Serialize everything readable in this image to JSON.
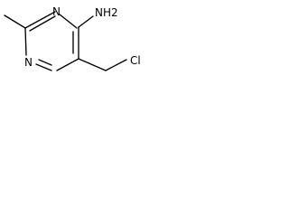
{
  "structure": {
    "labels": {
      "amine": "NH2",
      "ring_nitrogen_top": "N",
      "ring_nitrogen_left": "N",
      "chlorine": "Cl"
    }
  }
}
